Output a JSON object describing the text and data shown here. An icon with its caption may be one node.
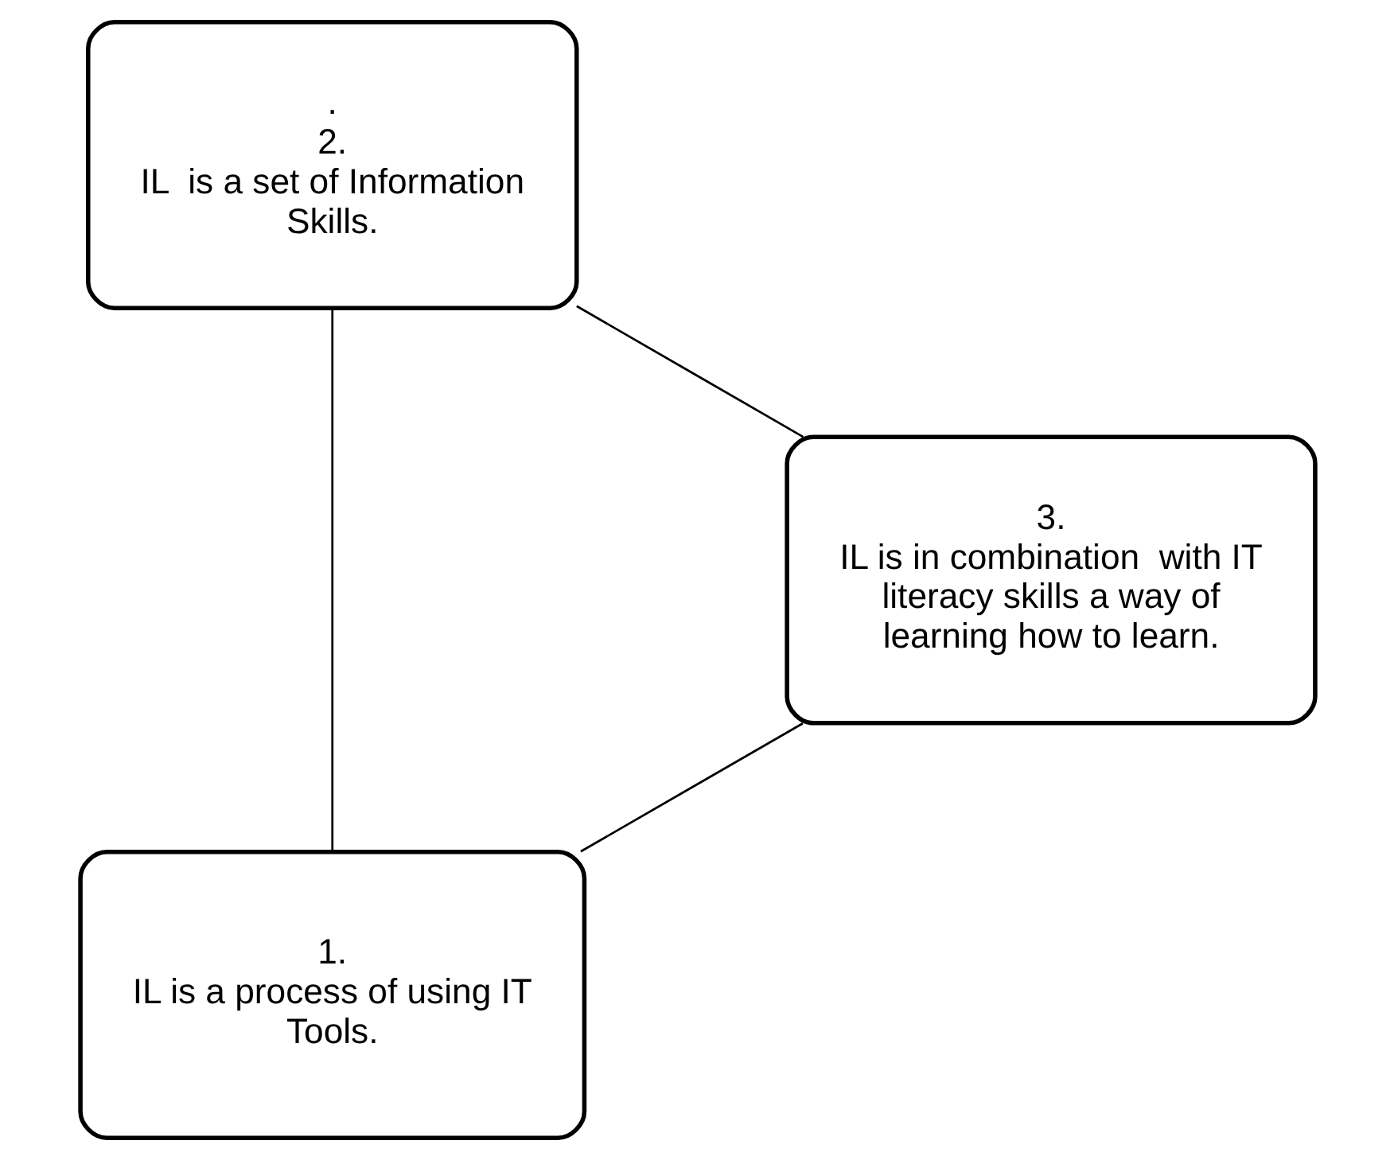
{
  "diagram": {
    "nodes": [
      {
        "text": [
          "1.",
          "IL is a process of using IT Tools."
        ]
      },
      {
        "text": [
          ".",
          "2.",
          "IL  is a set of Information Skills."
        ]
      },
      {
        "text": [
          "3.",
          "IL is in combination  with IT literacy skills a way of learning how to learn."
        ]
      }
    ],
    "edges": [
      {
        "from": 0,
        "to": 1,
        "arrow": "none"
      },
      {
        "from": 1,
        "to": 2,
        "arrow": "none"
      },
      {
        "from": 2,
        "to": 0,
        "arrow": "none"
      }
    ]
  }
}
